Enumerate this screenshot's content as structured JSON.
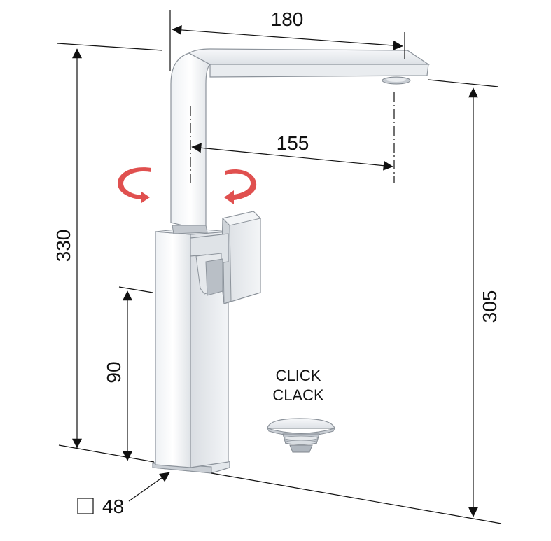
{
  "dimensions": {
    "spout_reach": "180",
    "spout_axis_offset": "155",
    "total_height": "330",
    "outlet_height": "305",
    "body_height": "90",
    "base_square": "48"
  },
  "waste": {
    "line1": "CLICK",
    "line2": "CLACK"
  },
  "colors": {
    "rotation_arrow": "#e0504f",
    "dimension_line": "#111111",
    "chrome_light": "#f4f6f8",
    "chrome_mid": "#d4d9de",
    "chrome_dark": "#a9b0b8"
  },
  "icons": {
    "rotation": "rotation-arrows-icon",
    "base_square": "square-outline-icon"
  }
}
